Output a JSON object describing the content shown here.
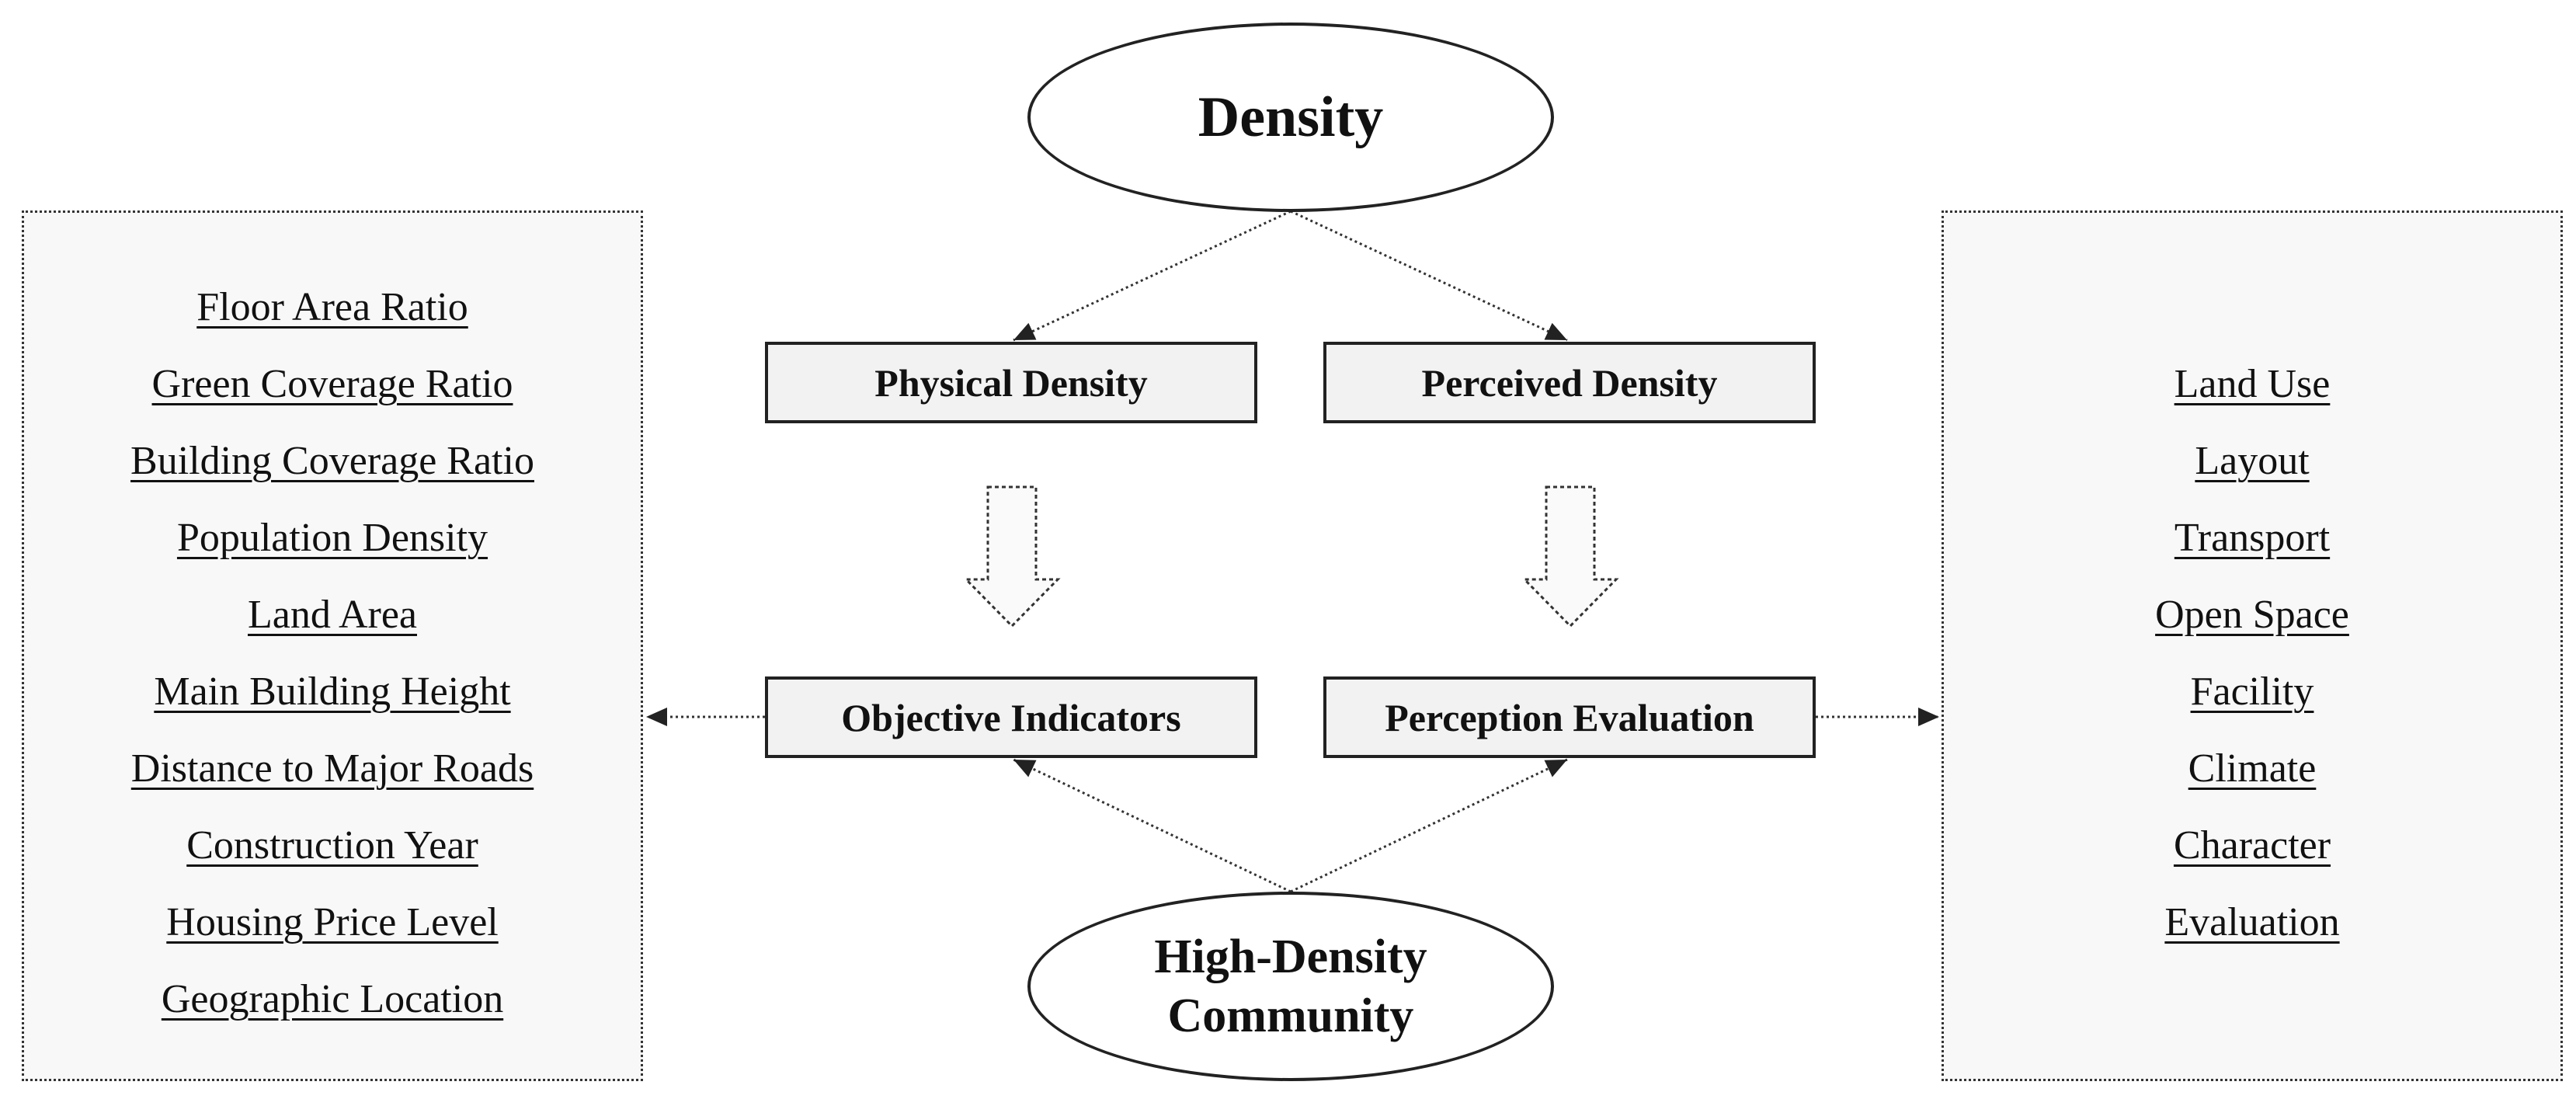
{
  "top_node": {
    "label": "Density"
  },
  "bottom_node": {
    "line1": "High-Density",
    "line2": "Community"
  },
  "boxes": {
    "physical_density": "Physical Density",
    "perceived_density": "Perceived Density",
    "objective_indicators": "Objective Indicators",
    "perception_evaluation": "Perception Evaluation"
  },
  "left_panel": {
    "items": [
      "Floor Area Ratio",
      "Green Coverage Ratio",
      "Building Coverage Ratio",
      "Population Density",
      "Land Area",
      "Main Building Height",
      "Distance to Major Roads",
      "Construction Year",
      "Housing Price Level",
      "Geographic Location"
    ]
  },
  "right_panel": {
    "items": [
      "Land Use",
      "Layout",
      "Transport",
      "Open Space",
      "Facility",
      "Climate",
      "Character",
      "Evaluation"
    ]
  }
}
